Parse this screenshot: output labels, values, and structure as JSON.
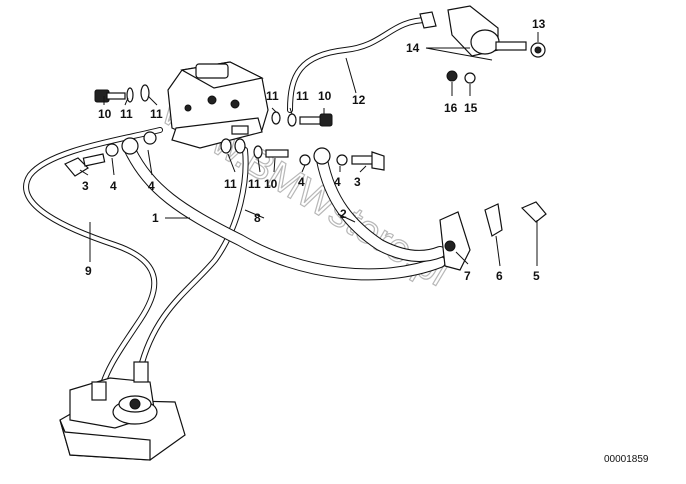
{
  "diagram": {
    "watermark": "www.BMWstore.pl",
    "reference_number": "00001859",
    "callouts": {
      "c1": "1",
      "c2": "2",
      "c3a": "3",
      "c3b": "3",
      "c4a": "4",
      "c4b": "4",
      "c4c": "4",
      "c5": "5",
      "c6": "6",
      "c7": "7",
      "c8": "8",
      "c9": "9",
      "c10a": "10",
      "c10b": "10",
      "c10c": "10",
      "c11a": "11",
      "c11b": "11",
      "c11c": "11",
      "c11d": "11",
      "c11e": "11",
      "c11f": "11",
      "c12": "12",
      "c13": "13",
      "c14": "14",
      "c15": "15",
      "c16": "16"
    }
  }
}
